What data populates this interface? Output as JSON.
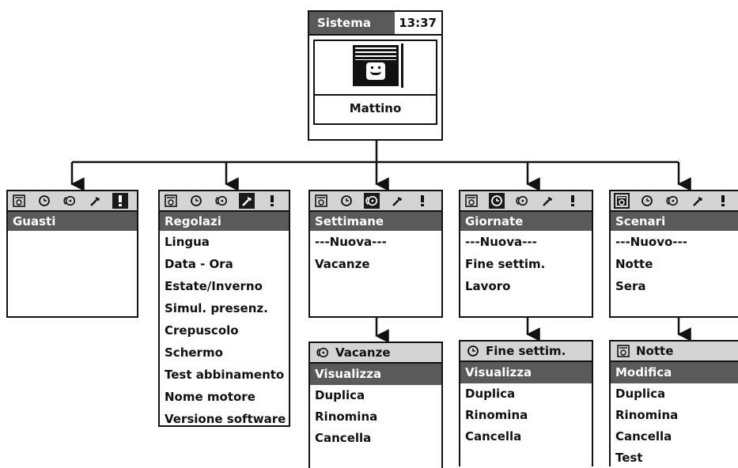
{
  "root": {
    "title": "Sistema",
    "time": "13:37",
    "scene": "Mattino"
  },
  "panels": [
    {
      "id": "guasti",
      "title": "Guasti",
      "active_icon": 4,
      "items": []
    },
    {
      "id": "regolazi",
      "title": "Regolazi",
      "active_icon": 3,
      "items": [
        "Lingua",
        "Data - Ora",
        "Estate/Inverno",
        "Simul. presenz.",
        "Crepuscolo",
        "Schermo",
        "Test abbinamento",
        "Nome motore",
        "Versione software"
      ]
    },
    {
      "id": "settimane",
      "title": "Settimane",
      "active_icon": 2,
      "items": [
        "---Nuova---",
        "Vacanze"
      ]
    },
    {
      "id": "giornate",
      "title": "Giornate",
      "active_icon": 1,
      "items": [
        "---Nuova---",
        "Fine settim.",
        "Lavoro"
      ]
    },
    {
      "id": "scenari",
      "title": "Scenari",
      "active_icon": 0,
      "items": [
        "---Nuovo---",
        "Notte",
        "Sera"
      ]
    }
  ],
  "submenus": [
    {
      "id": "sub-vacanze",
      "icon": "week-icon",
      "title": "Vacanze",
      "items": [
        "Visualizza",
        "Duplica",
        "Rinomina",
        "Cancella"
      ]
    },
    {
      "id": "sub-fine-settim",
      "icon": "clock-icon",
      "title": "Fine settim.",
      "items": [
        "Visualizza",
        "Duplica",
        "Rinomina",
        "Cancella"
      ]
    },
    {
      "id": "sub-notte",
      "icon": "scene-icon",
      "title": "Notte",
      "items": [
        "Modifica",
        "Duplica",
        "Rinomina",
        "Cancella",
        "Test"
      ]
    }
  ],
  "icon_names": [
    "scene-icon",
    "clock-icon",
    "week-icon",
    "wrench-icon",
    "alert-icon"
  ],
  "colors": {
    "highlight": "#5a5a5a",
    "bar": "#d4d4d4",
    "ink": "#111111"
  }
}
